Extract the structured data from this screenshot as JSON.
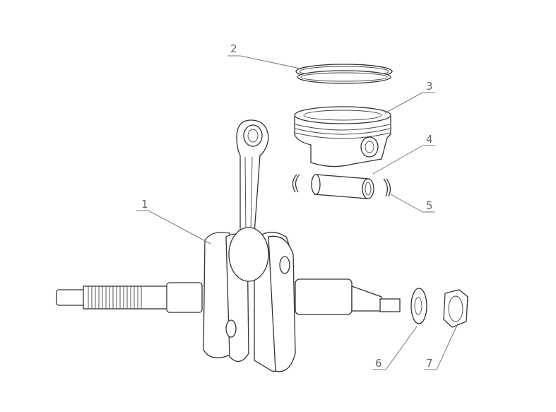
{
  "callouts": [
    {
      "number": "1",
      "part": "crankshaft-with-connecting-rod"
    },
    {
      "number": "2",
      "part": "piston-rings"
    },
    {
      "number": "3",
      "part": "piston"
    },
    {
      "number": "4",
      "part": "piston-pin"
    },
    {
      "number": "5",
      "part": "piston-pin-clip"
    },
    {
      "number": "6",
      "part": "washer"
    },
    {
      "number": "7",
      "part": "nut"
    }
  ]
}
